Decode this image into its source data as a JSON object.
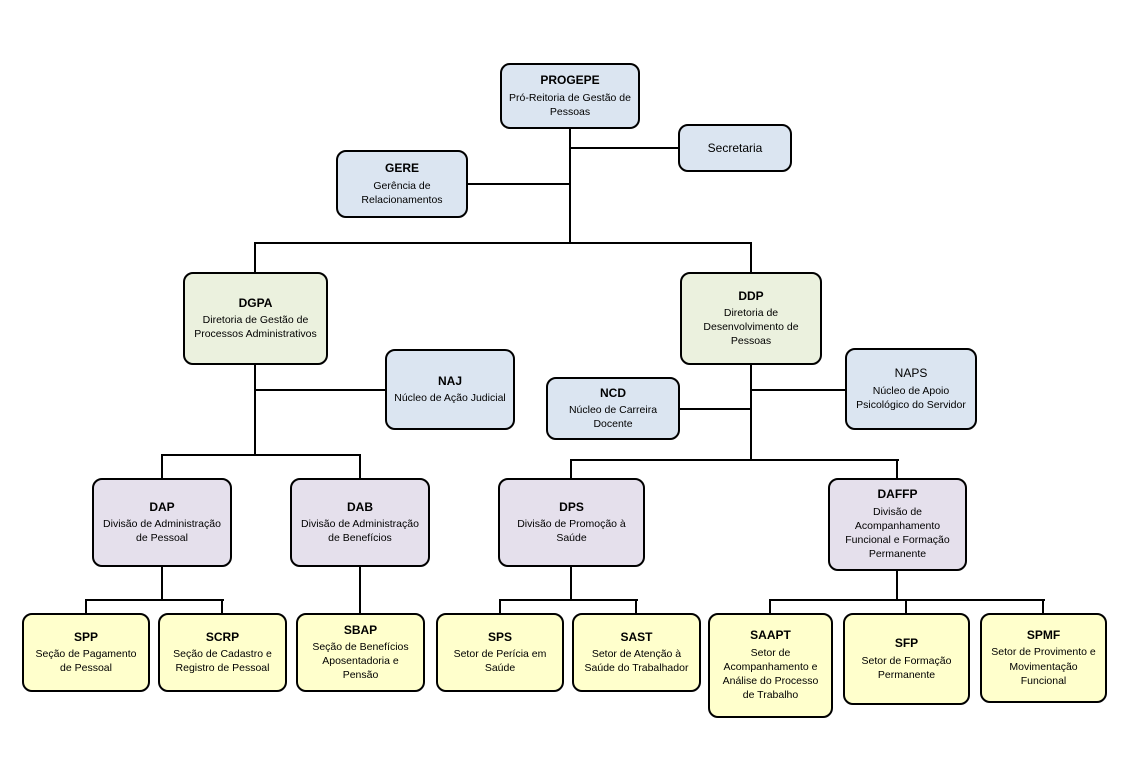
{
  "colors": {
    "blue": "#dbe5f1",
    "green": "#ebf1de",
    "purple": "#e5e0ec",
    "yellow": "#ffffcc",
    "line": "#000000",
    "border": "#000000"
  },
  "nodes": {
    "progepe": {
      "acronym": "PROGEPE",
      "label": "Pró-Reitoria de Gestão de Pessoas"
    },
    "secretaria": {
      "label": "Secretaria"
    },
    "gere": {
      "acronym": "GERE",
      "label": "Gerência de Relacionamentos"
    },
    "dgpa": {
      "acronym": "DGPA",
      "label": "Diretoria de Gestão de Processos Administrativos"
    },
    "ddp": {
      "acronym": "DDP",
      "label": "Diretoria de Desenvolvimento de Pessoas"
    },
    "naj": {
      "acronym": "NAJ",
      "label": "Núcleo de Ação Judicial"
    },
    "ncd": {
      "acronym": "NCD",
      "label": "Núcleo de Carreira Docente"
    },
    "naps": {
      "acronym": "NAPS",
      "label": "Núcleo de Apoio Psicológico do Servidor"
    },
    "dap": {
      "acronym": "DAP",
      "label": "Divisão de Administração de Pessoal"
    },
    "dab": {
      "acronym": "DAB",
      "label": "Divisão de Administração de Benefícios"
    },
    "dps": {
      "acronym": "DPS",
      "label": "Divisão de Promoção à Saúde"
    },
    "daffp": {
      "acronym": "DAFFP",
      "label": "Divisão de Acompanhamento Funcional e Formação Permanente"
    },
    "spp": {
      "acronym": "SPP",
      "label": "Seção de Pagamento de Pessoal"
    },
    "scrp": {
      "acronym": "SCRP",
      "label": "Seção de Cadastro e Registro de Pessoal"
    },
    "sbap": {
      "acronym": "SBAP",
      "label": "Seção de Benefícios Aposentadoria e Pensão"
    },
    "sps": {
      "acronym": "SPS",
      "label": "Setor de Perícia em Saúde"
    },
    "sast": {
      "acronym": "SAST",
      "label": "Setor de Atenção à Saúde do Trabalhador"
    },
    "saapt": {
      "acronym": "SAAPT",
      "label": "Setor de Acompanhamento e Análise do Processo de Trabalho"
    },
    "sfp": {
      "acronym": "SFP",
      "label": "Setor de Formação Permanente"
    },
    "spmf": {
      "acronym": "SPMF",
      "label": "Setor de Provimento e Movimentação Funcional"
    }
  },
  "edges": [
    {
      "from": "progepe",
      "to": "secretaria"
    },
    {
      "from": "progepe",
      "to": "gere"
    },
    {
      "from": "progepe",
      "to": "dgpa"
    },
    {
      "from": "progepe",
      "to": "ddp"
    },
    {
      "from": "dgpa",
      "to": "naj"
    },
    {
      "from": "dgpa",
      "to": "dap"
    },
    {
      "from": "dgpa",
      "to": "dab"
    },
    {
      "from": "ddp",
      "to": "ncd"
    },
    {
      "from": "ddp",
      "to": "naps"
    },
    {
      "from": "ddp",
      "to": "dps"
    },
    {
      "from": "ddp",
      "to": "daffp"
    },
    {
      "from": "dap",
      "to": "spp"
    },
    {
      "from": "dap",
      "to": "scrp"
    },
    {
      "from": "dab",
      "to": "sbap"
    },
    {
      "from": "dps",
      "to": "sps"
    },
    {
      "from": "dps",
      "to": "sast"
    },
    {
      "from": "daffp",
      "to": "saapt"
    },
    {
      "from": "daffp",
      "to": "sfp"
    },
    {
      "from": "daffp",
      "to": "spmf"
    }
  ]
}
